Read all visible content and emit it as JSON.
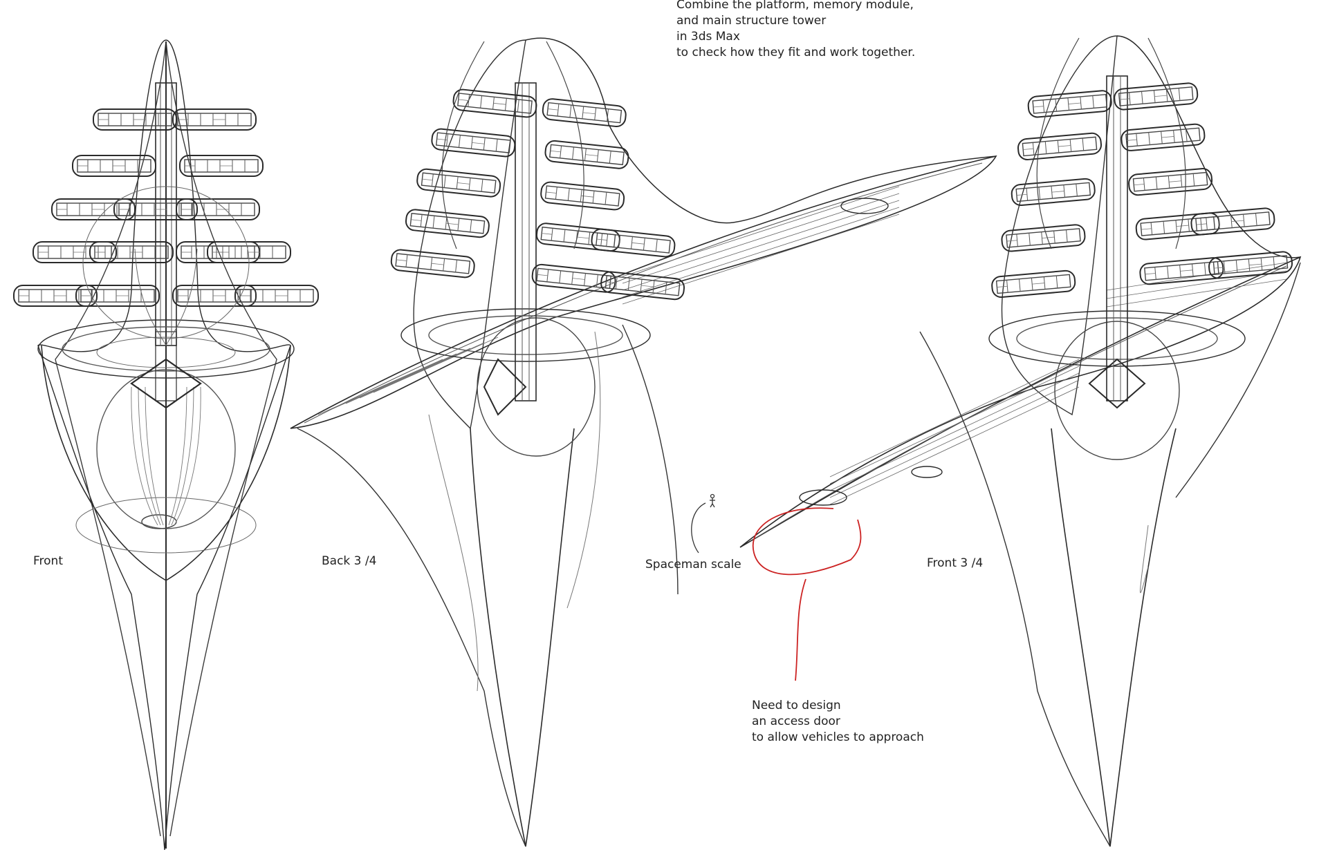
{
  "annotations": {
    "top_note": [
      "Combine the platform, memory module,",
      "and main structure tower",
      "in 3ds Max",
      "to check how they fit and work together."
    ],
    "door_note": [
      "Need to design",
      "an access door",
      "to allow vehicles to approach"
    ],
    "spaceman_label": "Spaceman scale"
  },
  "views": [
    {
      "label": "Front"
    },
    {
      "label": "Back 3 /4"
    },
    {
      "label": "Front 3 /4"
    }
  ],
  "colors": {
    "line": "#2a2a2a",
    "detail": "#555555",
    "annotation_red": "#cc2222",
    "background": "#ffffff"
  }
}
